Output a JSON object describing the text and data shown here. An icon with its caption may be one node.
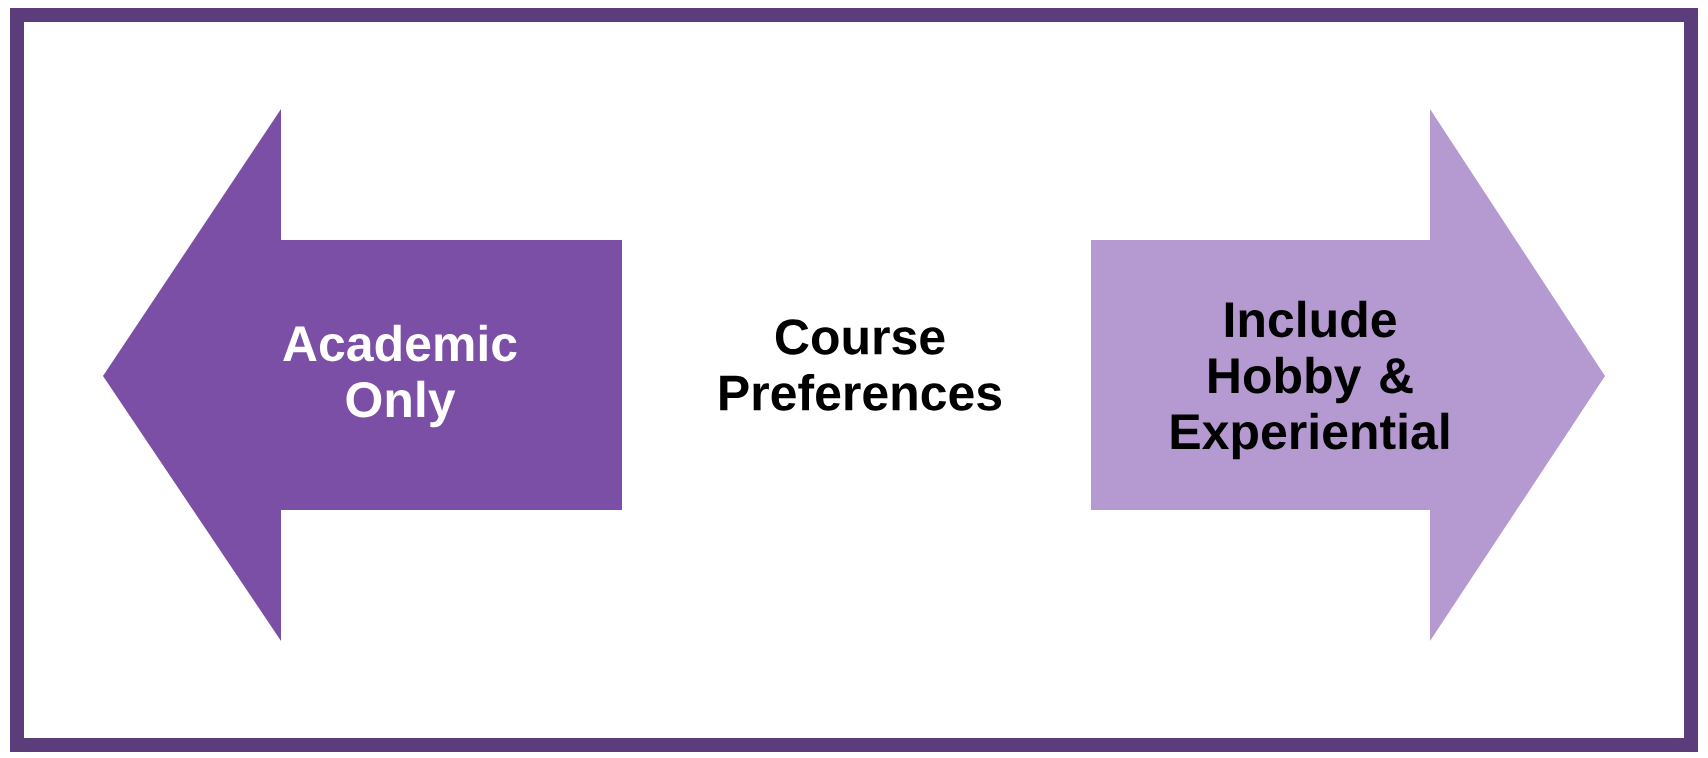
{
  "diagram": {
    "nodes": [
      {
        "text": [
          "Academic Only"
        ]
      },
      {
        "text": [
          "Course Preferences"
        ]
      },
      {
        "text": [
          "Include Hobby & Experiential"
        ]
      }
    ]
  }
}
